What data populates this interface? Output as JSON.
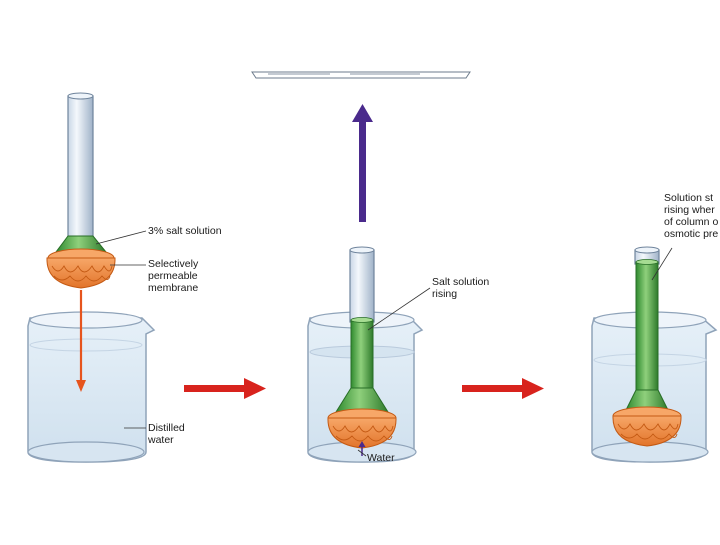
{
  "labels": {
    "salt_solution": "3% salt solution",
    "membrane": "Selectively\npermeable\nmembrane",
    "distilled_water": "Distilled\nwater",
    "salt_rising": "Salt solution\nrising",
    "water": "Water",
    "stops_rising": "Solution st\nrising wher\nof column o\nosmotic pre"
  },
  "colors": {
    "green": "#3f9b3a",
    "green_light": "#8fd07c",
    "orange": "#f28a3c",
    "red_arrow": "#d8231d",
    "purple_arrow": "#4a2a8c",
    "glass": "#b9c8d8",
    "water": "#dbe9f4"
  }
}
